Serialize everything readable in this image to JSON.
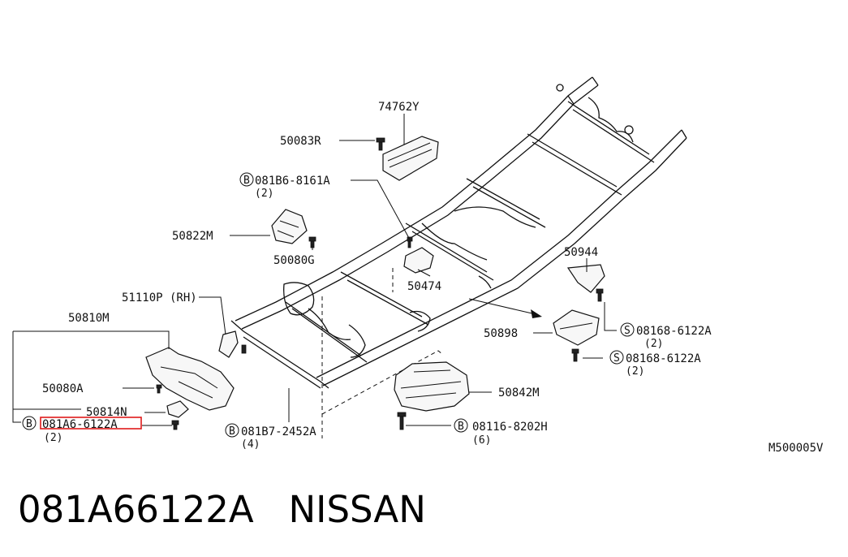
{
  "caption": "081A66122A   NISSAN",
  "diagram_code": "M500005V",
  "highlight_color": "#e01a1a",
  "callouts": {
    "p74762Y": "74762Y",
    "p50083R": "50083R",
    "b1_prefix": "B",
    "b1_code": "081B6-8161A",
    "b1_qty": "(2)",
    "p50822M": "50822M",
    "p50080G": "50080G",
    "p50474": "50474",
    "p50944": "50944",
    "p51110P": "51110P (RH)",
    "p50810M": "50810M",
    "p50898": "50898",
    "s1_prefix": "S",
    "s1_code": "08168-6122A",
    "s1_qty": "(2)",
    "s2_prefix": "S",
    "s2_code": "08168-6122A",
    "s2_qty": "(2)",
    "p50080A": "50080A",
    "p50814N": "50814N",
    "p50842M": "50842M",
    "b2_prefix": "B",
    "b2_code": "081A6-6122A",
    "b2_qty": "(2)",
    "b3_prefix": "B",
    "b3_code": "081B7-2452A",
    "b3_qty": "(4)",
    "b4_prefix": "B",
    "b4_code": "08116-8202H",
    "b4_qty": "(6)"
  }
}
